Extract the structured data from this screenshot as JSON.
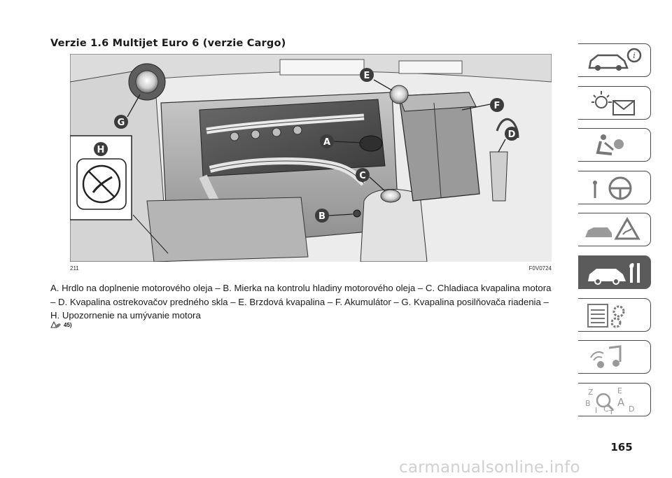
{
  "heading": "Verzie 1.6 Multijet Euro 6 (verzie Cargo)",
  "figure": {
    "number_left": "211",
    "code_right": "F0V0724",
    "callouts": [
      "A",
      "B",
      "C",
      "D",
      "E",
      "F",
      "G",
      "H"
    ]
  },
  "caption": "A. Hrdlo na doplnenie motorového oleja – B. Mierka na kontrolu hladiny motorového oleja – C. Chladiaca kvapalina motora – D. Kvapalina ostrekovačov predného skla – E. Brzdová kvapalina – F. Akumulátor – G. Kvapalina posilňovača riadenia – H. Upozornenie na umývanie motora",
  "note": {
    "icon": "warning-hand-icon",
    "ref": "45)"
  },
  "sidebar": {
    "tabs": [
      {
        "icon": "car-info-icon",
        "active": false
      },
      {
        "icon": "warning-lights-icon",
        "active": false
      },
      {
        "icon": "seat-airbag-icon",
        "active": false
      },
      {
        "icon": "steering-wheel-key-icon",
        "active": false
      },
      {
        "icon": "car-triangle-icon",
        "active": false
      },
      {
        "icon": "car-wrench-icon",
        "active": true
      },
      {
        "icon": "list-gear-icon",
        "active": false
      },
      {
        "icon": "media-icon",
        "active": false
      },
      {
        "icon": "index-letters-icon",
        "active": false
      }
    ]
  },
  "page_number": "165",
  "watermark": "carmanualsonline.info",
  "colors": {
    "active_tab": "#5b5b5b",
    "callout": "#3c3c3c"
  }
}
